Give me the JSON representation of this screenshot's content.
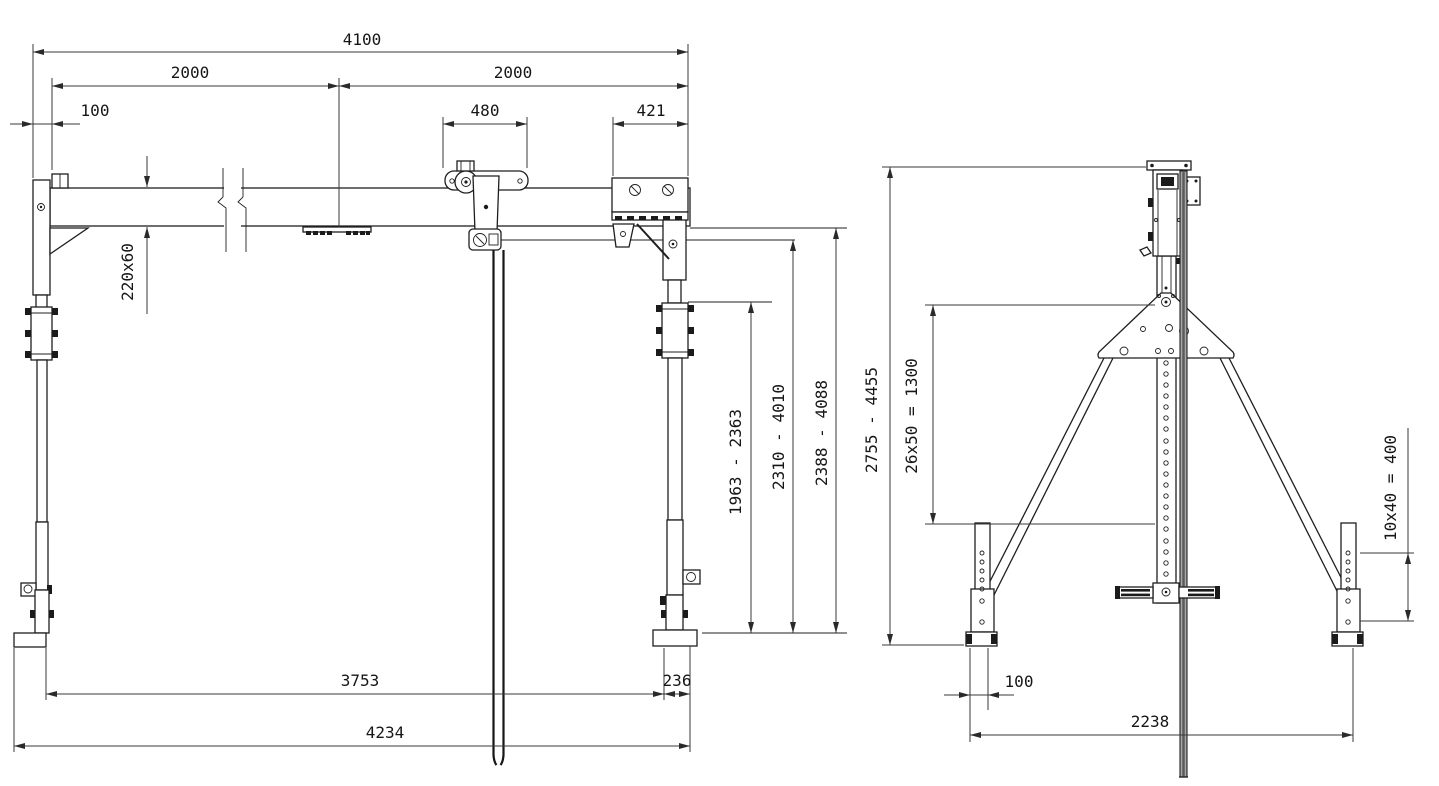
{
  "colors": {
    "background": "#ffffff",
    "line": "#1f1f1f",
    "dimension_line": "#3a3a3a",
    "text": "#161616"
  },
  "side_view": {
    "overall_width": "4100",
    "span_left": "2000",
    "span_right": "2000",
    "end_offset": "100",
    "trolley_width": "480",
    "end_stop_width": "421",
    "beam_section": "220x60",
    "height_hook_range": "1963 - 2363",
    "height_rail_range": "2310 - 4010",
    "height_beam_range": "2388 - 4088",
    "base_span_inner": "3753",
    "base_offset": "236",
    "base_span_outer": "4234"
  },
  "end_view": {
    "height_range": "2755 - 4455",
    "mast_hole_pattern": "26x50 = 1300",
    "leg_hole_pattern": "10x40 = 400",
    "foot_offset": "100",
    "support_span": "2238"
  }
}
